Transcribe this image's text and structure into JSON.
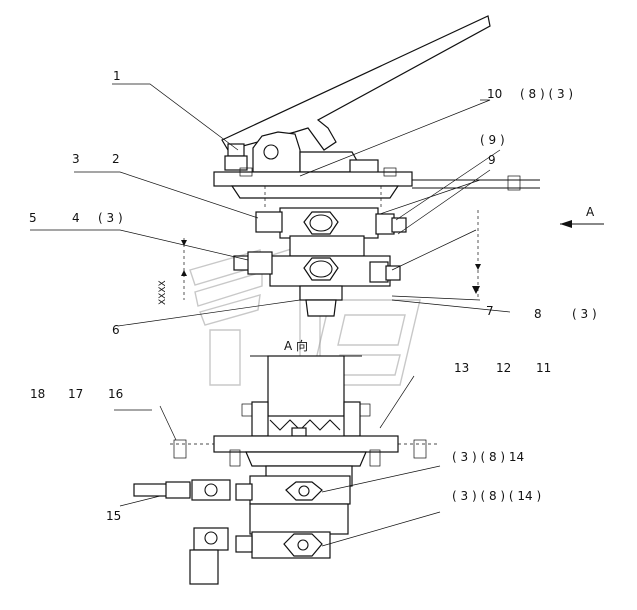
{
  "diagram": {
    "labels": {
      "l1": "1",
      "l10": "10",
      "l10_refs": "( 8 ) ( 3 )",
      "l9_paren": "( 9 )",
      "l3": "3",
      "l2": "2",
      "l9": "9",
      "arrowA": "A",
      "l5": "5",
      "l4": "4",
      "l4_ref": "( 3 )",
      "l7": "7",
      "l8": "8",
      "l8_ref": "( 3 )",
      "l6": "6",
      "viewA": "A  向",
      "l13": "13",
      "l12": "12",
      "l11": "11",
      "l18": "18",
      "l17": "17",
      "l16": "16",
      "l14a": "( 3 )   ( 8 )   14",
      "l15": "15",
      "l14b": "( 3 )   ( 8 )   ( 14 )",
      "dim": "XXXX",
      "pt1": "2",
      "pt2": "1"
    }
  }
}
